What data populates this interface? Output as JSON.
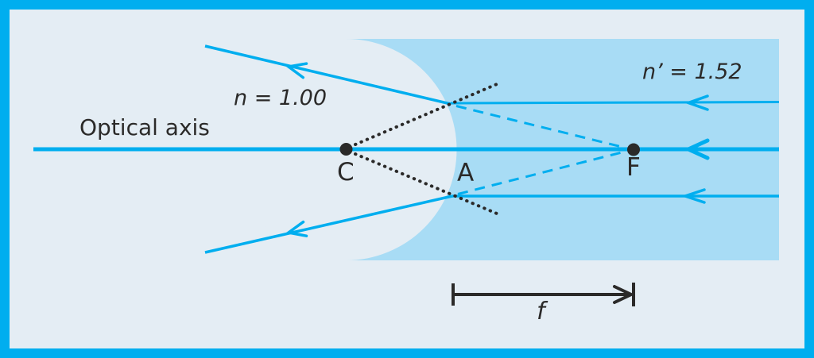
{
  "diagram": {
    "labels": {
      "optical_axis": "Optical axis",
      "n_left": "n = 1.00",
      "n_right": "n’ = 1.52",
      "point_c": "C",
      "point_a": "A",
      "point_f": "F",
      "focal_length": "f"
    },
    "colors": {
      "frame": "#00AEEF",
      "background": "#E4EDF4",
      "medium": "#A8DCF5",
      "ray": "#00AEEF",
      "ink": "#2B2A29"
    }
  }
}
